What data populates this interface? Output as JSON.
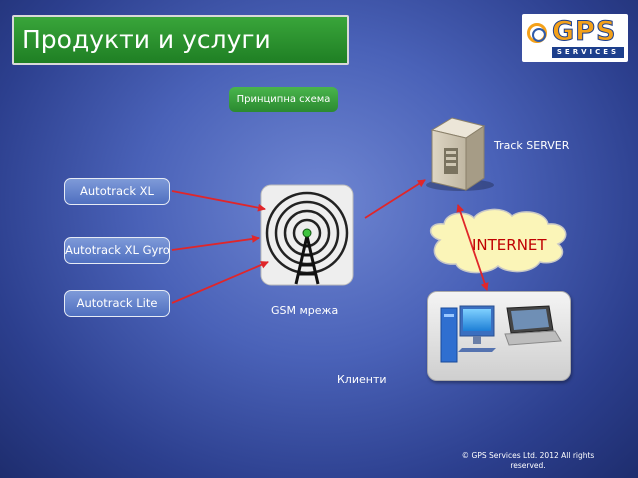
{
  "header": {
    "title": "Продукти и услуги",
    "logo": {
      "brand": "GPS",
      "sub": "SERVICES"
    }
  },
  "diagram": {
    "scheme_label": "Принципна схема",
    "devices": [
      "Autotrack XL",
      "Autotrack XL Gyro",
      "Autotrack Lite"
    ],
    "gsm_label": "GSM мрежа",
    "server_label": "Track SERVER",
    "internet_label": "INTERNET",
    "clients_label": "Клиенти"
  },
  "footer": {
    "copyright": "© GPS Services Ltd. 2012 All rights reserved."
  },
  "colors": {
    "title_green": "#2b8f2e",
    "arrow_red": "#e0262a",
    "internet_text": "#c00000",
    "cloud_yellow": "#fbf5b8"
  },
  "icons": [
    "server-icon",
    "gsm-tower-icon",
    "desktop-computer-icon",
    "laptop-icon",
    "cloud-icon"
  ]
}
